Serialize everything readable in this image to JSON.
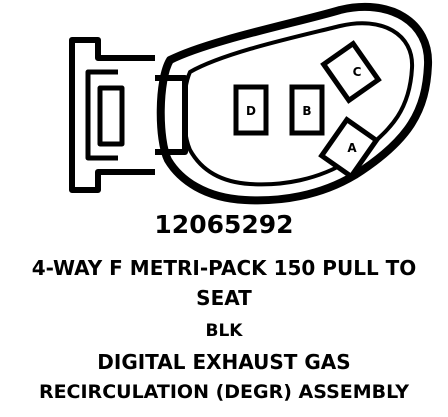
{
  "connector": {
    "part_number": "12065292",
    "description_line1": "4-WAY F METRI-PACK 150 PULL TO",
    "description_line2": "SEAT",
    "color_code": "BLK",
    "component_line1": "DIGITAL EXHAUST GAS",
    "component_line2": "RECIRCULATION (DEGR) ASSEMBLY"
  },
  "cavities": [
    {
      "letter": "D"
    },
    {
      "letter": "B"
    },
    {
      "letter": "C"
    },
    {
      "letter": "A"
    }
  ],
  "colors": {
    "ink": "#000000",
    "background": "#ffffff"
  }
}
